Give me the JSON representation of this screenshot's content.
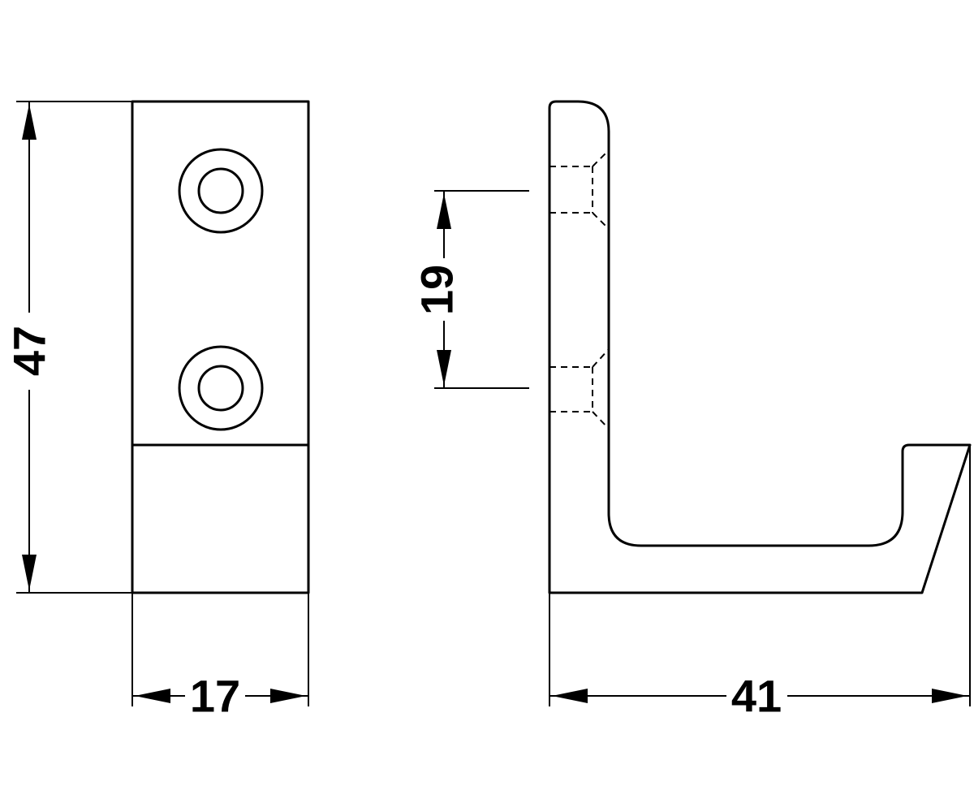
{
  "dimensions": {
    "height": "47",
    "width_front": "17",
    "hole_spacing": "19",
    "depth": "41"
  },
  "colors": {
    "line": "#000000",
    "background": "#ffffff"
  }
}
